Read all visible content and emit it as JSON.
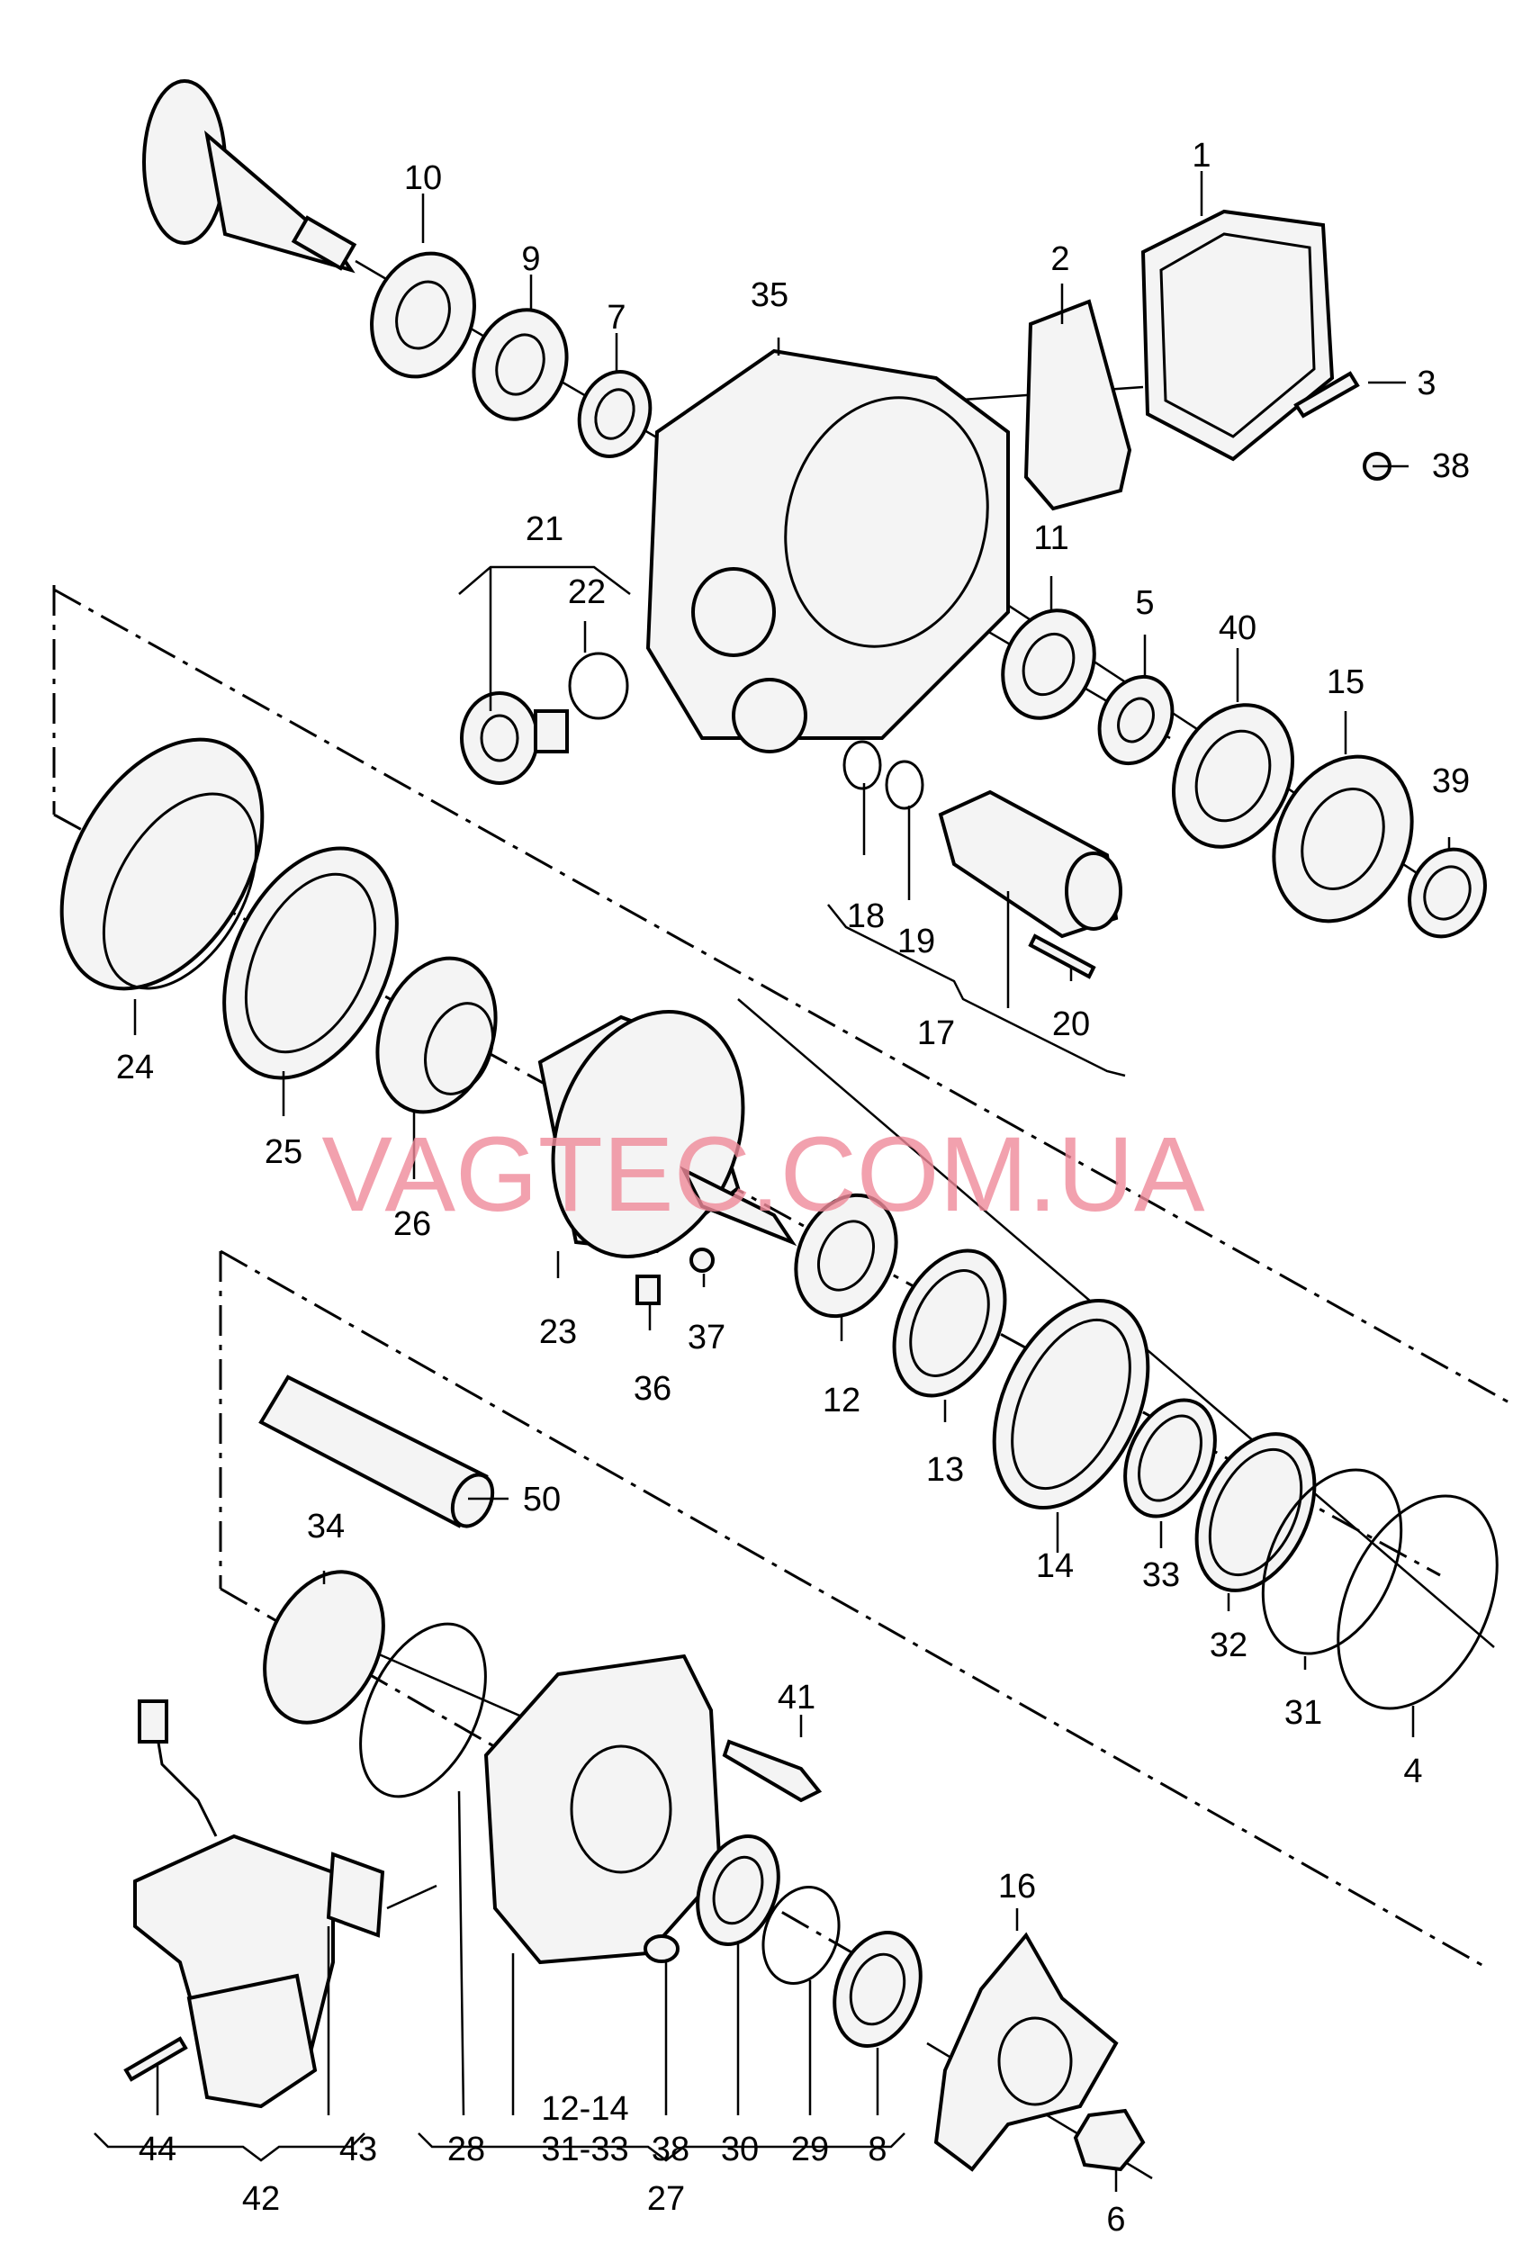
{
  "watermark": "VAGTEC.COM.UA",
  "callouts": {
    "c1": "1",
    "c2": "2",
    "c3": "3",
    "c4": "4",
    "c5": "5",
    "c6": "6",
    "c7": "7",
    "c8": "8",
    "c9": "9",
    "c10": "10",
    "c11": "11",
    "c12": "12",
    "c13": "13",
    "c14": "14",
    "c15": "15",
    "c16": "16",
    "c17": "17",
    "c18": "18",
    "c19": "19",
    "c20": "20",
    "c21": "21",
    "c22": "22",
    "c23": "23",
    "c24": "24",
    "c25": "25",
    "c26": "26",
    "c27": "27",
    "c28": "28",
    "c29": "29",
    "c30": "30",
    "c31": "31",
    "c32": "32",
    "c33": "33",
    "c34": "34",
    "c35": "35",
    "c36": "36",
    "c37": "37",
    "c38a": "38",
    "c38b": "38",
    "c39": "39",
    "c40": "40",
    "c41": "41",
    "c42": "42",
    "c43": "43",
    "c44": "44",
    "c50": "50",
    "r1214": "12-14",
    "r3133": "31-33"
  },
  "colors": {
    "line": "#000000",
    "watermark": "#f08a9a",
    "background": "#ffffff"
  }
}
